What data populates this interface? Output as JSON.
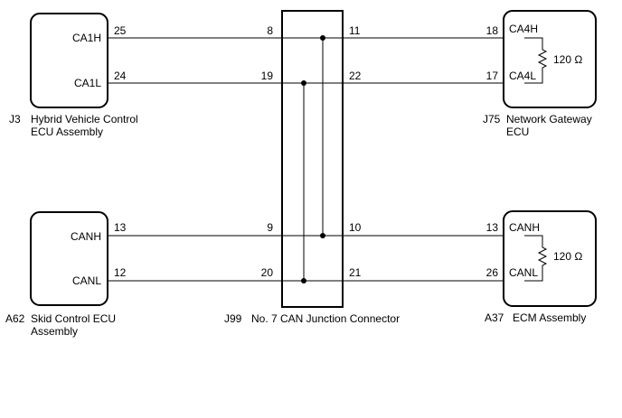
{
  "components": {
    "hybrid_ecu": {
      "code": "J3",
      "name_line1": "Hybrid Vehicle Control",
      "name_line2": "ECU Assembly",
      "pin_a": "CA1H",
      "pin_b": "CA1L",
      "num_a": "25",
      "num_b": "24"
    },
    "gateway_ecu": {
      "code": "J75",
      "name_line1": "Network Gateway",
      "name_line2": "ECU",
      "pin_a": "CA4H",
      "pin_b": "CA4L",
      "num_a": "18",
      "num_b": "17",
      "resistor": "120 Ω"
    },
    "skid_ecu": {
      "code": "A62",
      "name_line1": "Skid Control ECU",
      "name_line2": "Assembly",
      "pin_a": "CANH",
      "pin_b": "CANL",
      "num_a": "13",
      "num_b": "12"
    },
    "ecm": {
      "code": "A37",
      "name": "ECM Assembly",
      "pin_a": "CANH",
      "pin_b": "CANL",
      "num_a": "13",
      "num_b": "26",
      "resistor": "120 Ω"
    },
    "junction": {
      "code": "J99",
      "name": "No. 7 CAN Junction Connector",
      "pins_left": [
        "8",
        "19",
        "9",
        "20"
      ],
      "pins_right": [
        "11",
        "22",
        "10",
        "21"
      ]
    }
  }
}
